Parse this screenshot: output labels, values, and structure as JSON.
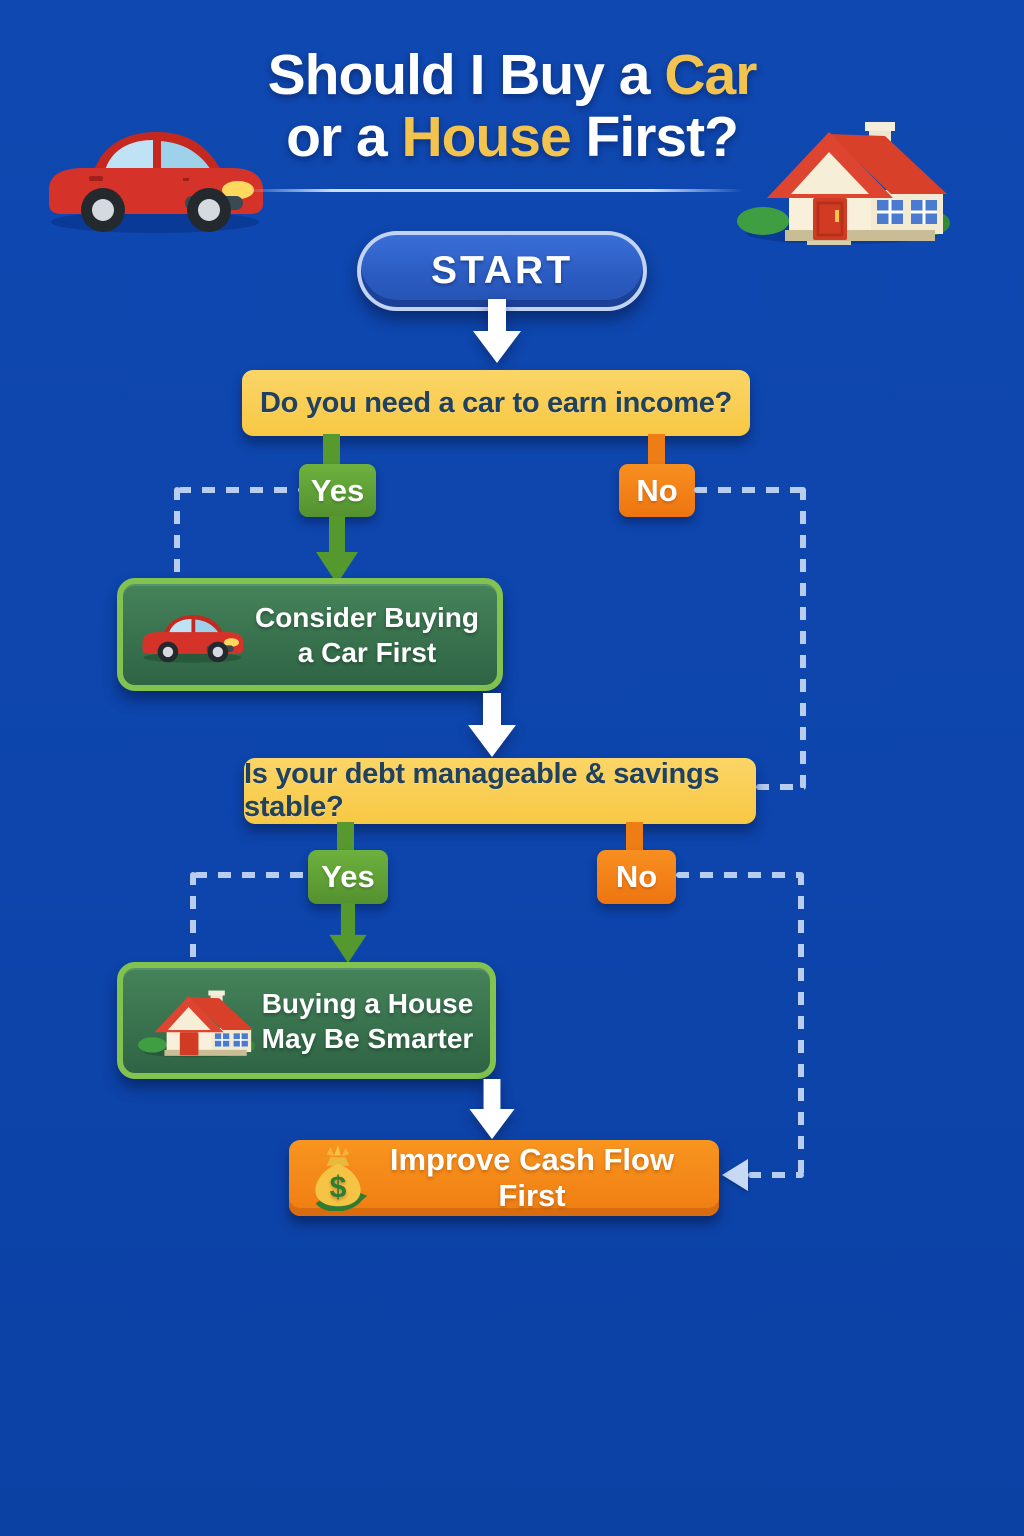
{
  "title": {
    "line1_pre": "Should I Buy a",
    "line1_highlight": "Car",
    "line2_pre": "or a",
    "line2_highlight": "House",
    "line2_post": "First?"
  },
  "start": {
    "label": "START"
  },
  "questions": {
    "q1": {
      "text": "Do you need a car to earn income?",
      "yes": "Yes",
      "no": "No"
    },
    "q2": {
      "text": "Is your debt manageable & savings stable?",
      "yes": "Yes",
      "no": "No"
    }
  },
  "outcomes": {
    "car": {
      "line1": "Consider Buying",
      "line2": "a Car First",
      "icon": "car-icon"
    },
    "house": {
      "line1": "Buying a House",
      "line2": "May Be Smarter",
      "icon": "house-icon"
    },
    "cash": {
      "text": "Improve Cash Flow First",
      "icon": "money-bag-icon"
    }
  },
  "icons": {
    "header_left": "car-icon",
    "header_right": "house-icon",
    "flow_arrows": "down-arrow-icon",
    "loop_arrow": "left-arrowhead-icon"
  },
  "colors": {
    "background": "#0d45ac",
    "title_highlight": "#f2c34e",
    "question_fill": "#f8ca4d",
    "question_text": "#20415f",
    "yes_green": "#5a9e32",
    "no_orange": "#f58220",
    "outcome_border": "#82c24f",
    "outcome_fill": "#3a7a4e",
    "cash_fill": "#f58220",
    "dashed_connector": "#b9cdee",
    "arrow_white": "#ffffff"
  }
}
